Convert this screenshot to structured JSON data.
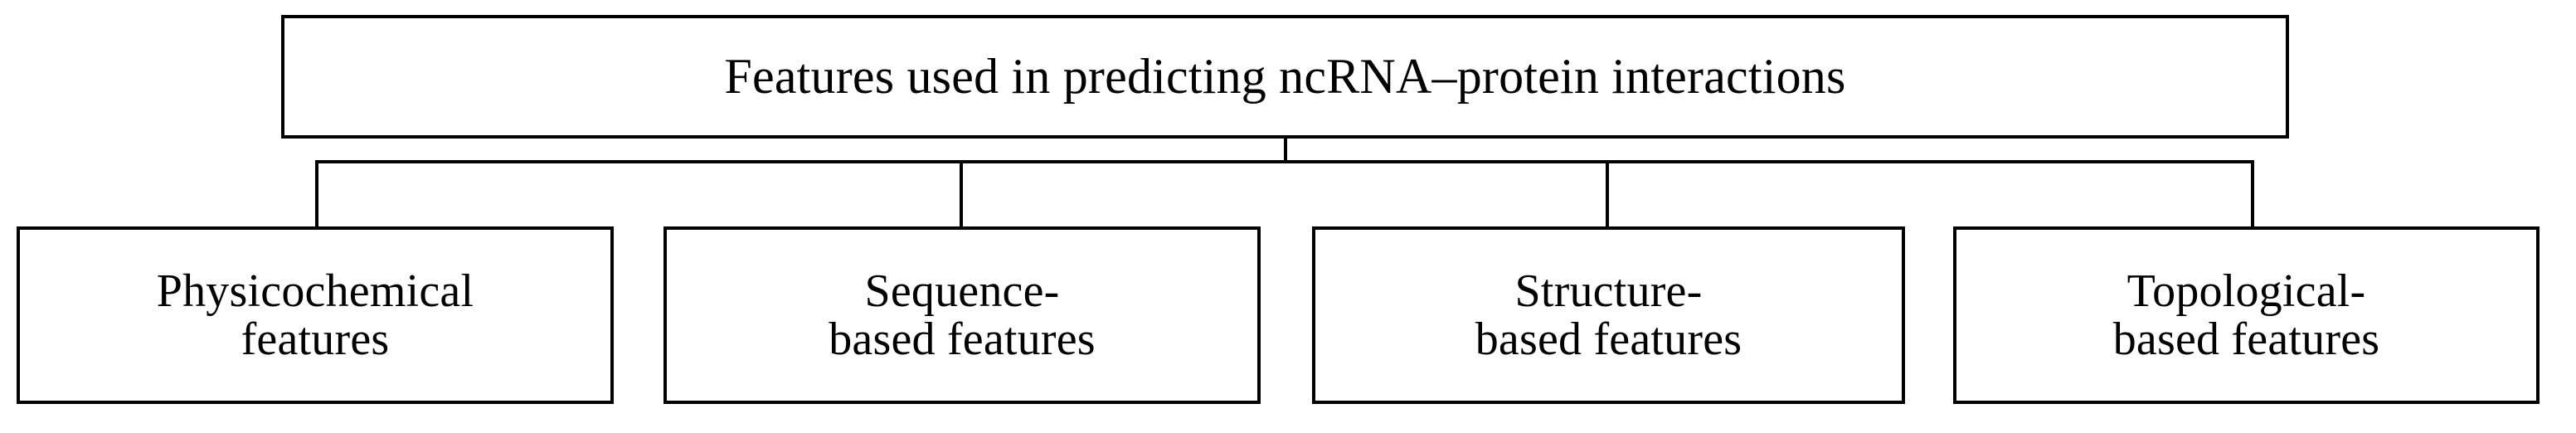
{
  "diagram": {
    "type": "hierarchy-tree",
    "orientation": "top-down",
    "background_color": "#ffffff",
    "line_color": "#000000",
    "text_color": "#000000",
    "root": {
      "label": "Features used in predicting ncRNA–protein interactions"
    },
    "children": [
      {
        "label": "Physicochemical\nfeatures"
      },
      {
        "label": "Sequence-\nbased features"
      },
      {
        "label": "Structure-\nbased features"
      },
      {
        "label": "Topological-\nbased features"
      }
    ]
  }
}
